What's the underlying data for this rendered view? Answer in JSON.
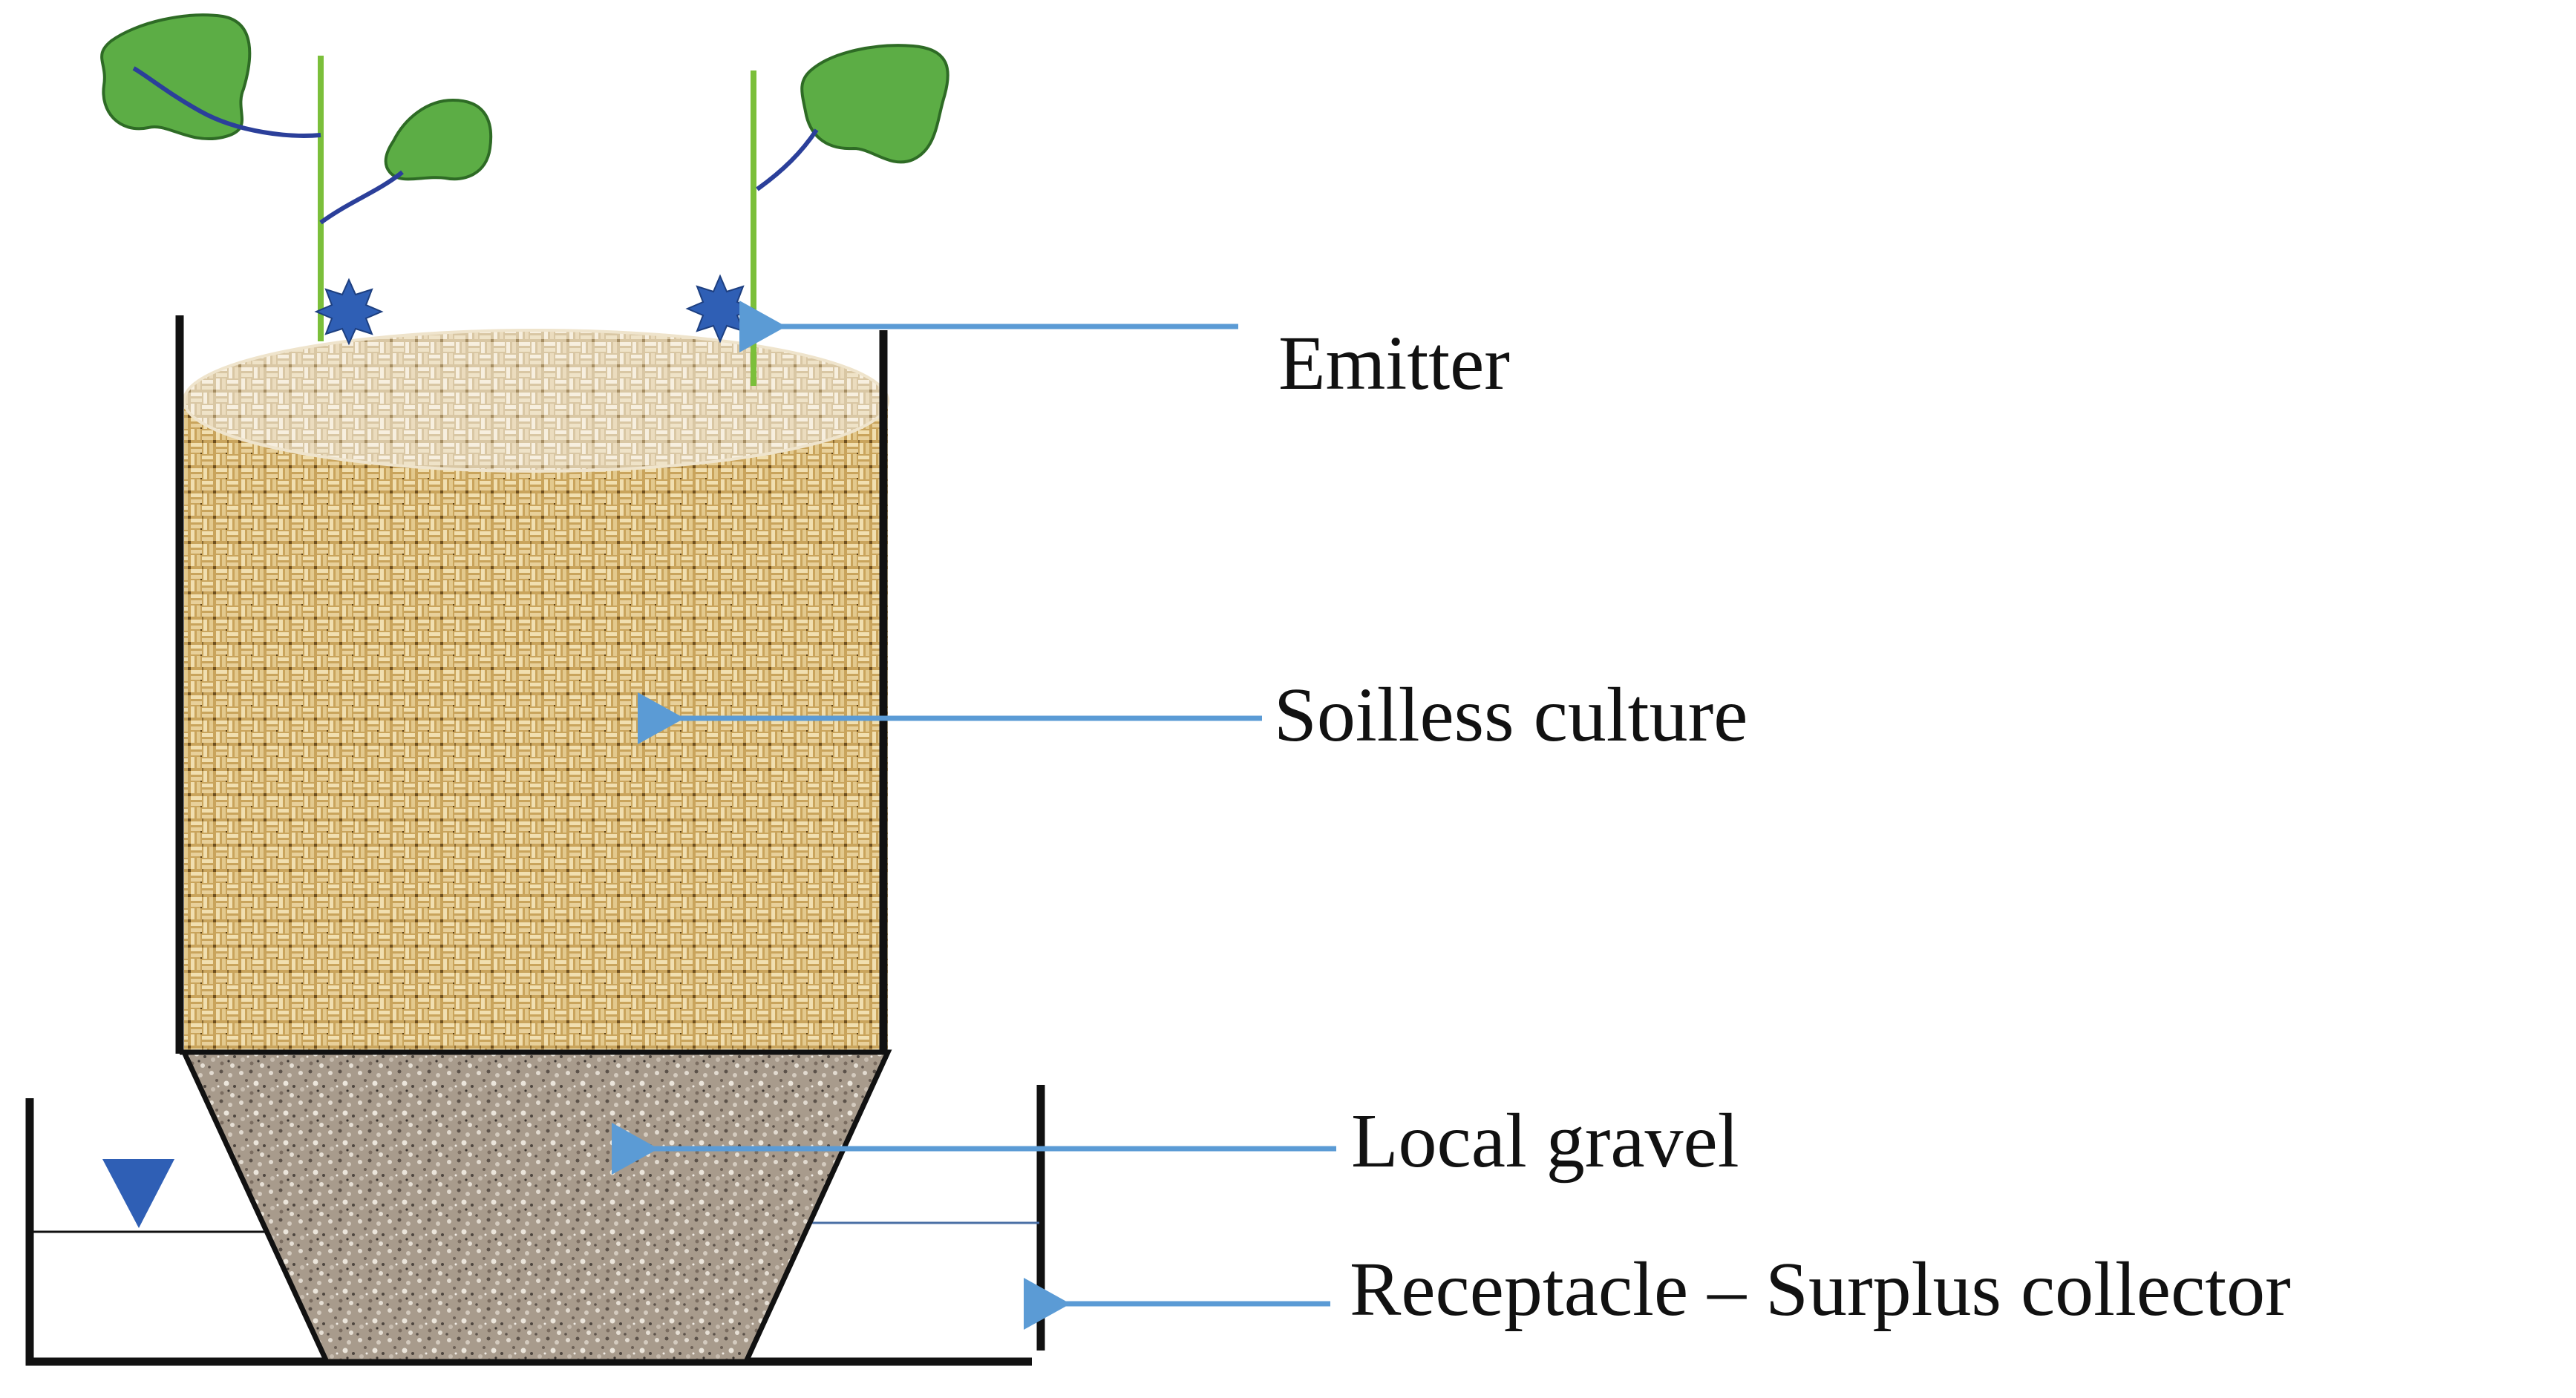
{
  "labels": {
    "emitter": "Emitter",
    "soilless_culture": "Soilless culture",
    "local_gravel": "Local gravel",
    "receptacle": "Receptacle – Surplus collector"
  },
  "icons": {
    "leaf": "leaf-icon",
    "emitter": "emitter-star-icon",
    "water_level": "water-level-triangle-icon"
  },
  "colors": {
    "leaf": "#5cad45",
    "leaf_outline": "#2e6b25",
    "stem": "#7bbf3a",
    "vein": "#2b3f9a",
    "emitter": "#2f5fb5",
    "arrow": "#5b9bd5",
    "container": "#111111",
    "water_marker": "#2f5fb5",
    "soilless_medium": "#c9a45c",
    "gravel_medium": "#a89b8c"
  }
}
